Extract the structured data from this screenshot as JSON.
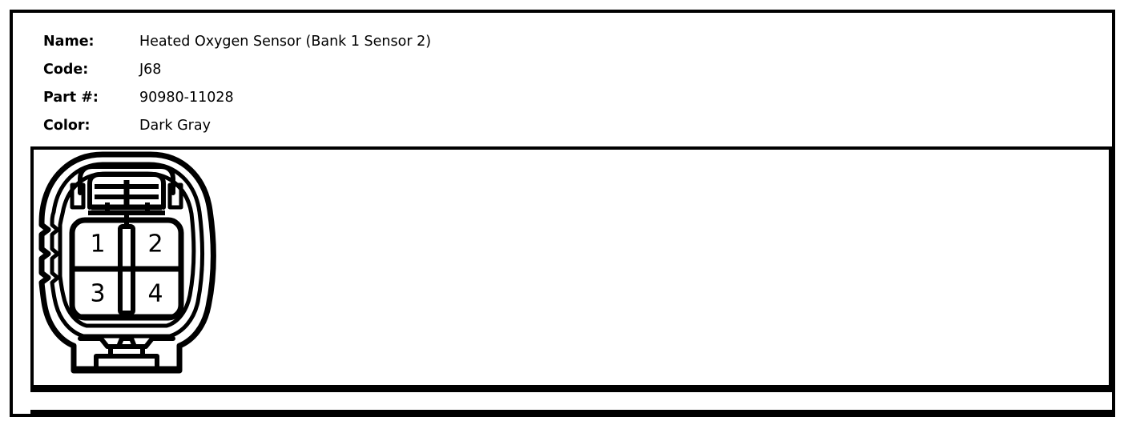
{
  "part_info": {
    "rows": [
      {
        "label": "Name:",
        "value": "Heated Oxygen Sensor (Bank 1 Sensor 2)"
      },
      {
        "label": "Code:",
        "value": "J68"
      },
      {
        "label": "Part #:",
        "value": "90980-11028"
      },
      {
        "label": "Color:",
        "value": "Dark Gray"
      }
    ]
  },
  "diagram": {
    "type": "connector-pinout",
    "description": "4-way female connector face view with latch on top",
    "pins": [
      {
        "number": "1",
        "position": "top-left"
      },
      {
        "number": "2",
        "position": "top-right"
      },
      {
        "number": "3",
        "position": "bottom-left"
      },
      {
        "number": "4",
        "position": "bottom-right"
      }
    ],
    "pin_count": 4,
    "line_color": "#000000",
    "fill_color": "#ffffff"
  },
  "colors": {
    "border": "#000000",
    "background": "#ffffff",
    "text": "#000000"
  }
}
